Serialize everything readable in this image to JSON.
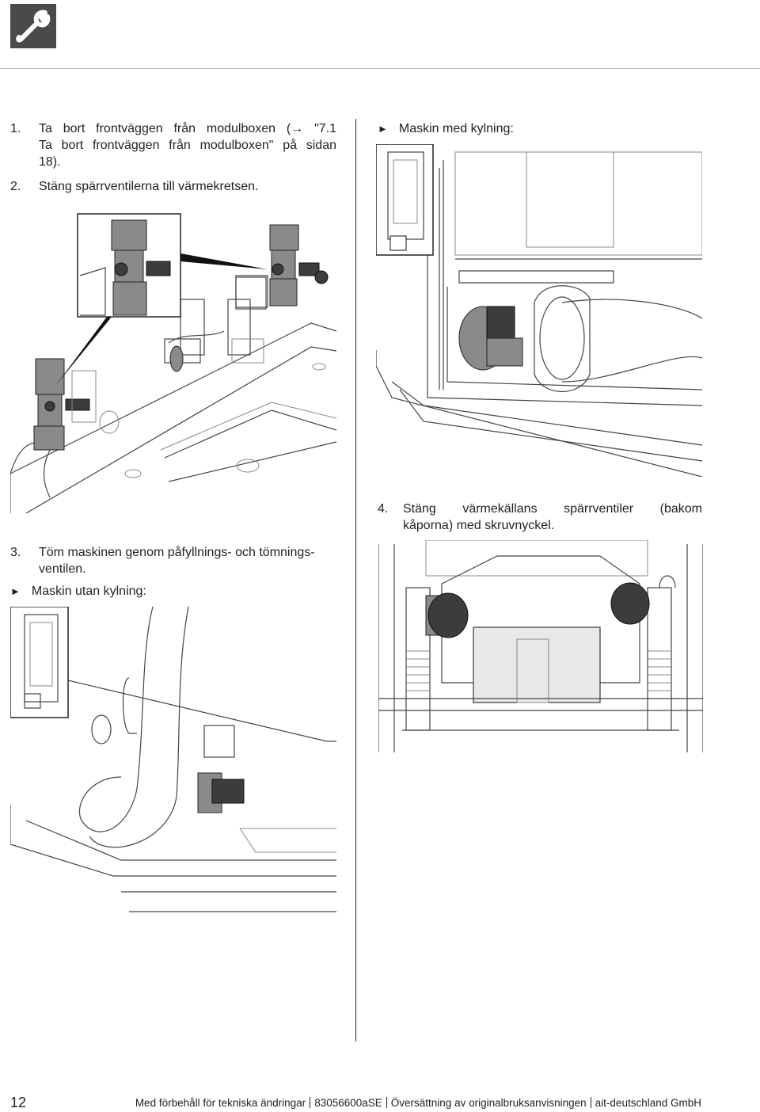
{
  "header": {
    "icon": "wrench-icon"
  },
  "steps": {
    "step1_num": "1.",
    "step1_line1": "Ta bort frontväggen från modulboxen (→ \"7.1",
    "step1_line2": "Ta bort frontväggen från modulboxen\" på sidan",
    "step1_line3": "18).",
    "step2_num": "2.",
    "step2_text": "Stäng spärrventilerna till värmekretsen.",
    "step3_num": "3.",
    "step3_line1": "Töm maskinen genom påfyllnings- och tömnings-",
    "step3_line2": "ventilen.",
    "step4_num": "4.",
    "step4_line1": "Stäng värmekällans spärrventiler (bakom",
    "step4_line2": "kåporna) med skruvnyckel."
  },
  "bullets": {
    "symbol": "►",
    "with_cooling": "Maskin med kylning:",
    "without_cooling": "Maskin utan kylning:"
  },
  "footer": {
    "page_number": "12",
    "part1": "Med förbehåll för tekniska ändringar",
    "part2": "83056600aSE",
    "part3": "Översättning av originalbruksanvisningen",
    "part4": "ait-deutschland GmbH"
  }
}
